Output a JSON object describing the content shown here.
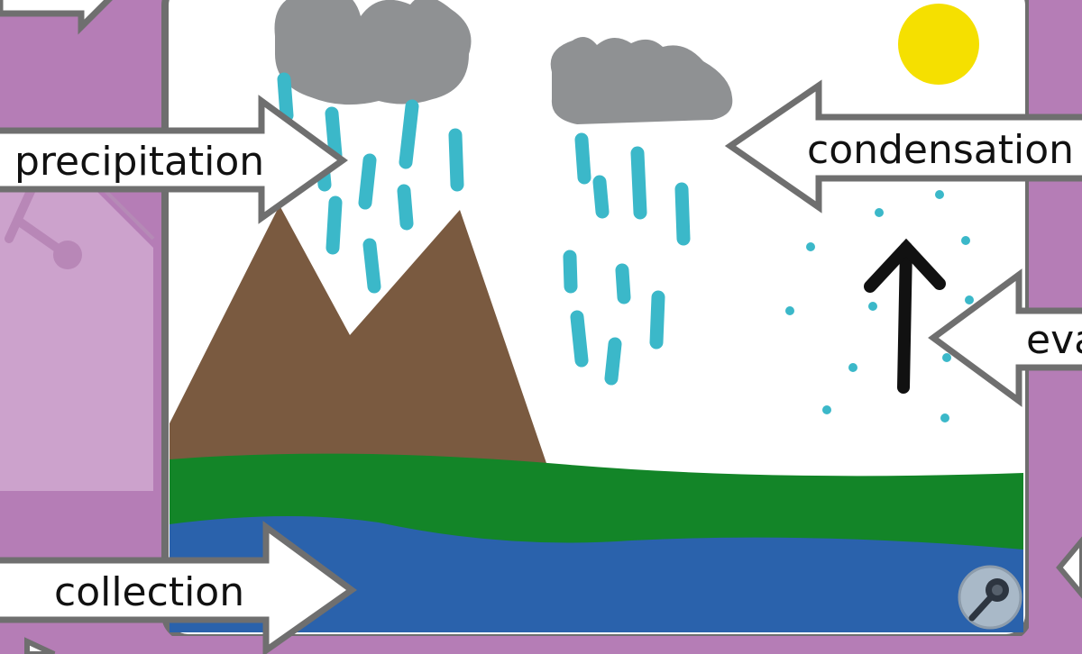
{
  "labels": {
    "precipitation": "precipitation",
    "condensation": "condensation",
    "evaporation": "eva",
    "collection": "collection"
  },
  "icons": {
    "microphone": "microphone-icon"
  },
  "colors": {
    "background": "#b57db6",
    "frame": "#6e6e6e",
    "sky": "#ffffff",
    "cloud": "#8f9193",
    "rain": "#3bb8c9",
    "mountain": "#7a5a40",
    "grass": "#138528",
    "water": "#2a62ac",
    "sun": "#f5e000",
    "arrow_fill": "#ffffff",
    "arrow_stroke": "#6f6f6f"
  }
}
